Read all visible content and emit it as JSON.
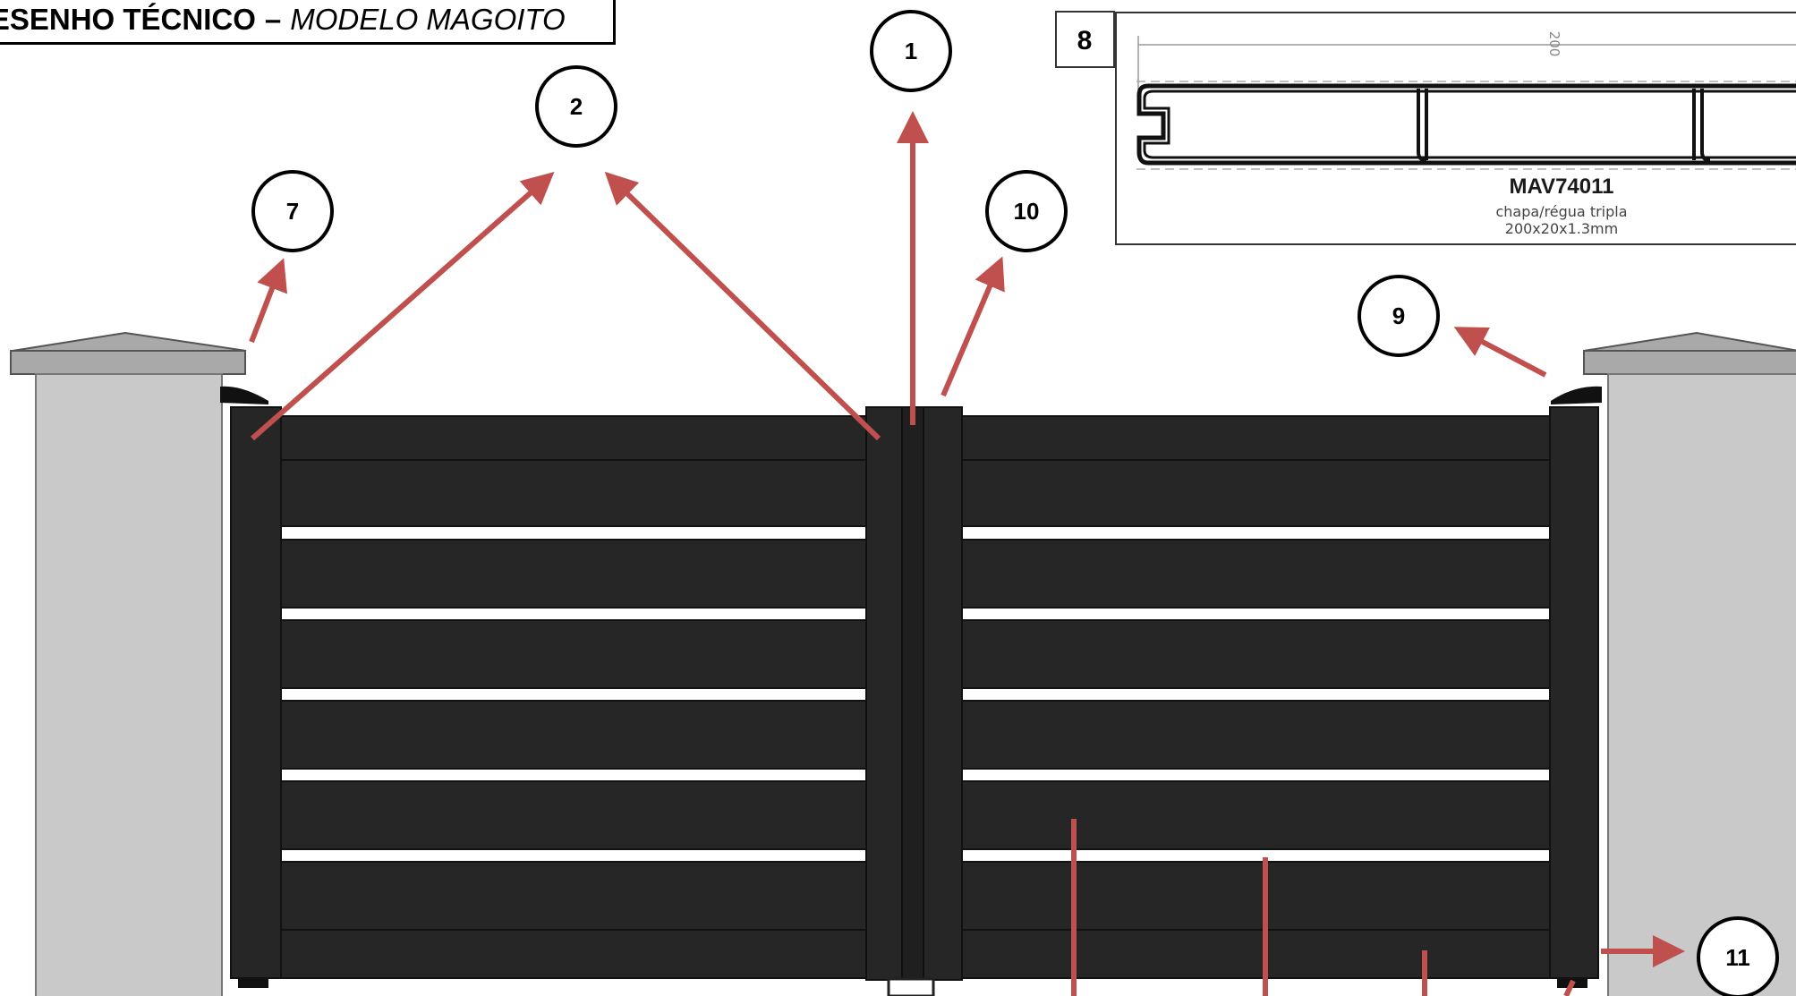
{
  "title": {
    "main": "DESENHO TÉCNICO",
    "separator": "–",
    "model": "MODELO MAGOITO"
  },
  "callouts": [
    "1",
    "2",
    "7",
    "8",
    "9",
    "10",
    "11"
  ],
  "profile_detail": {
    "dimension": "200",
    "code": "MAV74011",
    "description": "chapa/régua tripla",
    "size": "200x20x1.3mm"
  },
  "colors": {
    "gate": "#262626",
    "gate_line": "#111111",
    "pillar": "#c9c9c9",
    "pillar_cap": "#a9a9a9",
    "arrow": "#c0504d",
    "gap": "#ffffff"
  }
}
